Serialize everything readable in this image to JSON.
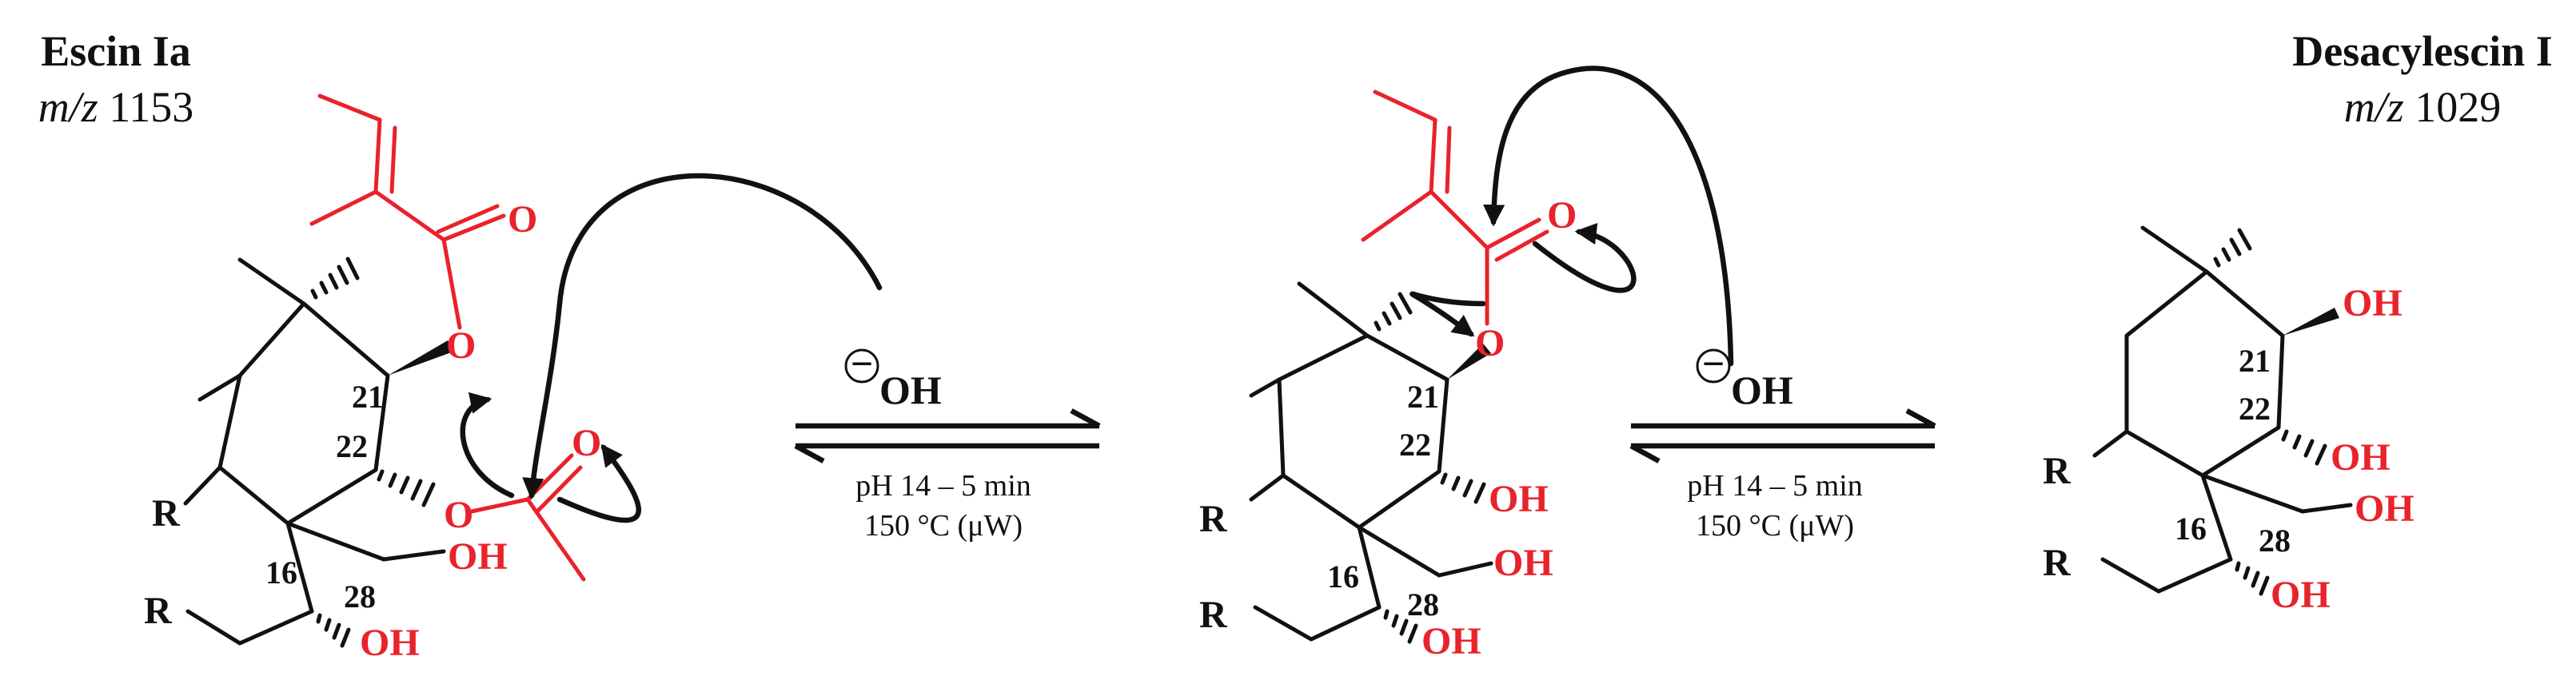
{
  "compounds": {
    "start": {
      "name": "Escin Ia",
      "mz_prefix": "m/z",
      "mz_value": " 1153"
    },
    "product": {
      "name": "Desacylescin I",
      "mz_prefix": "m/z",
      "mz_value": " 1029"
    }
  },
  "atoms": {
    "O": "O",
    "OH": "OH",
    "R": "R",
    "reagent_oh": "OH",
    "minus": "−"
  },
  "numbers": {
    "c21": "21",
    "c22": "22",
    "c16": "16",
    "c28": "28"
  },
  "conditions": {
    "step1": {
      "line1": "pH 14 – 5 min",
      "line2": "150 °C (μW)"
    },
    "step2": {
      "line1": "pH 14 – 5 min",
      "line2": "150 °C (μW)"
    }
  },
  "colors": {
    "ester_highlight": "#e8232b",
    "bond": "#111111"
  }
}
